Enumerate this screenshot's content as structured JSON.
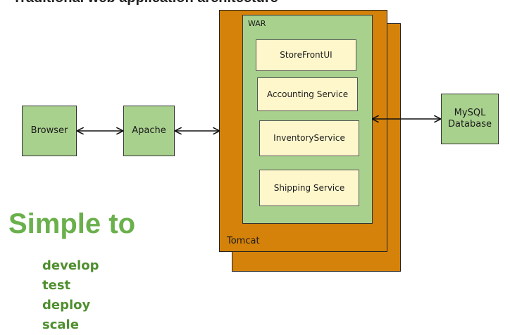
{
  "colors": {
    "box_green": "#a9d18e",
    "service_cream": "#fff7cc",
    "container_orange": "#d4820a",
    "headline_green": "#6ab04c",
    "qualities_green": "#4f8f2f"
  },
  "header": {
    "title_cut": "Traditional web application architecture"
  },
  "nodes": {
    "browser": "Browser",
    "apache": "Apache",
    "mysql": "MySQL Database"
  },
  "container": {
    "tomcat_label": "Tomcat",
    "war_label": "WAR",
    "services": [
      {
        "label": "StoreFrontUI"
      },
      {
        "label": "Accounting Service"
      },
      {
        "label": "InventoryService"
      },
      {
        "label": "Shipping Service"
      }
    ]
  },
  "headline": "Simple to",
  "qualities": [
    "develop",
    "test",
    "deploy",
    "scale"
  ]
}
